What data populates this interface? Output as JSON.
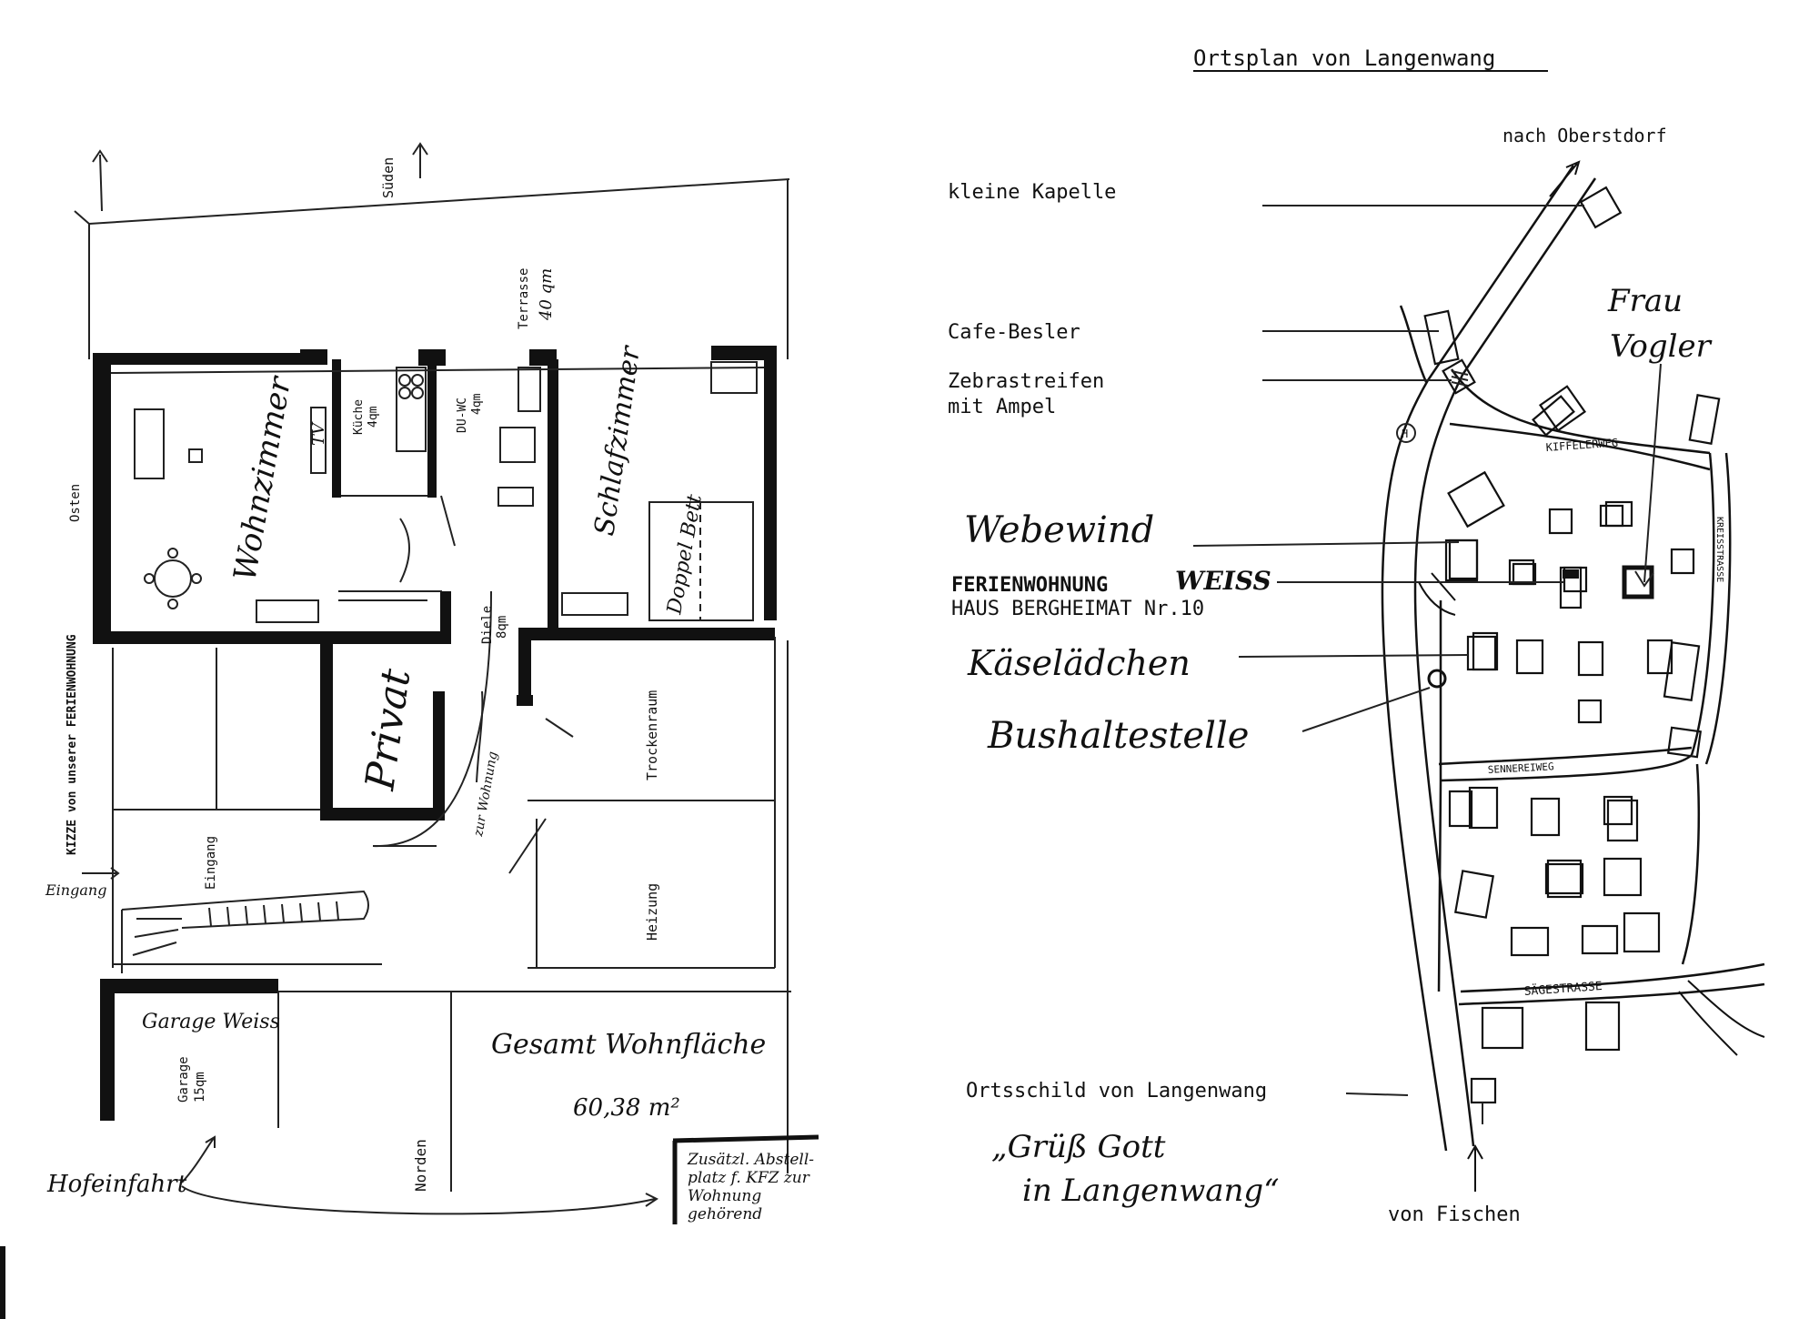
{
  "floorplan": {
    "vertical_title": "KIZZE von unserer FERIENWOHNUNG",
    "directions": {
      "south": "Süden",
      "north": "Norden",
      "east": "Osten"
    },
    "rooms": {
      "terrace": "Terrasse",
      "terrace_area": "40 qm",
      "kitchen": "Küche",
      "kitchen_area": "4qm",
      "shower": "DU-WC",
      "shower_area": "4qm",
      "hall": "Diele",
      "hall_area": "8qm",
      "drying_room": "Trockenraum",
      "heating": "Heizung",
      "entrance": "Eingang",
      "garage": "Garage",
      "garage_area": "15qm"
    },
    "handwritten": {
      "living_room": "Wohnzimmer",
      "bedroom": "Schlafzimmer",
      "private": "Privat",
      "double_bed": "Doppel Bett",
      "tv": "TV",
      "garage_weiss": "Garage Weiss",
      "total_area": "Gesamt Wohnfläche",
      "total_area_value": "60,38 m²",
      "driveway": "Hofeinfahrt",
      "entrance_note": "Eingang",
      "to_apartment": "zur Wohnung",
      "note_box": [
        "Zusätzl. Abstell-",
        "platz f. KFZ zur",
        "Wohnung",
        "gehörend"
      ]
    }
  },
  "map": {
    "title": "Ortsplan von Langenwang",
    "labels": {
      "north_to": "nach Oberstdorf",
      "chapel": "kleine Kapelle",
      "cafe": "Cafe-Besler",
      "crossing_line1": "Zebrastreifen",
      "crossing_line2": "mit Ampel",
      "apartment_line1": "FERIENWOHNUNG",
      "apartment_line2": "HAUS BERGHEIMAT Nr.10",
      "town_sign": "Ortsschild von Langenwang",
      "south_from": "von Fischen"
    },
    "handwritten": {
      "frau_vogler_1": "Frau",
      "frau_vogler_2": "Vogler",
      "webewind": "Webewind",
      "weiss": "WEISS",
      "kaeseladen": "Käselädchen",
      "bus_stop": "Bushaltestelle",
      "greeting_line1": "„Grüß Gott",
      "greeting_line2": "in Langenwang“"
    },
    "streets": {
      "kiffeler": "KIFFELERWEG",
      "senner": "SENNEREIWEG",
      "saege": "SÄGESTRASSE",
      "kreis": "KREISSTRASSE"
    },
    "symbols": {
      "bus": "H"
    }
  }
}
